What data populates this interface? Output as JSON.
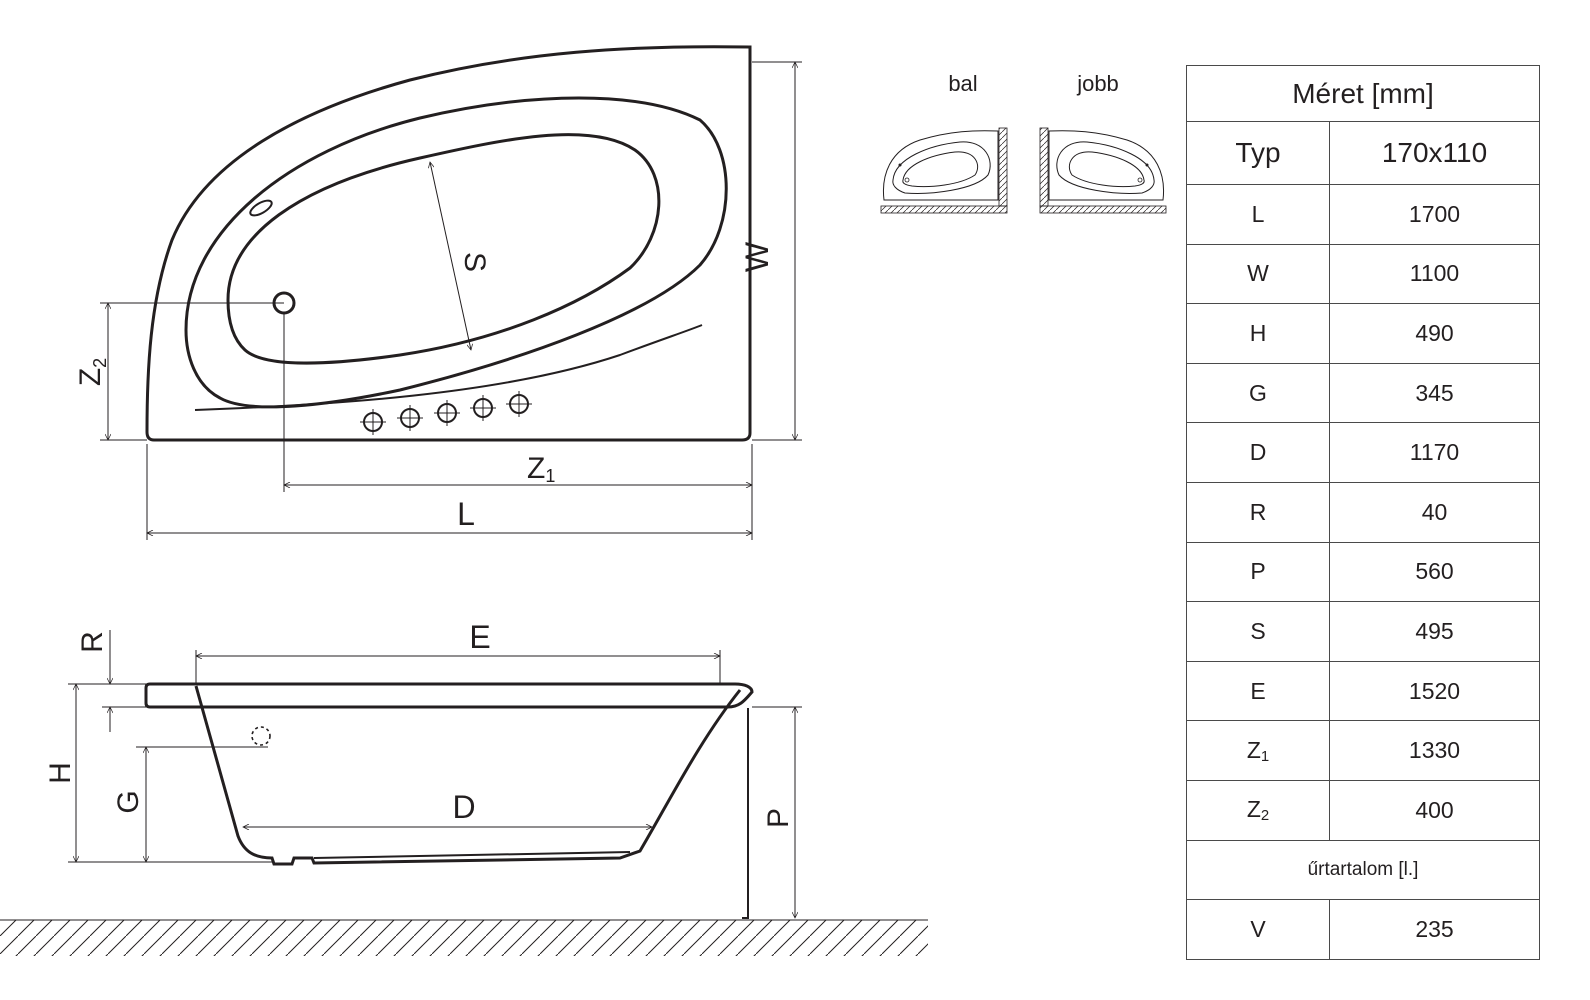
{
  "variants": {
    "left": "bal",
    "right": "jobb"
  },
  "top_view": {
    "W": "W",
    "S": "S",
    "Z2": "Z",
    "Z2_sub": "2",
    "Z1": "Z",
    "Z1_sub": "1",
    "L": "L"
  },
  "side_view": {
    "R": "R",
    "E": "E",
    "H": "H",
    "G": "G",
    "D": "D",
    "P": "P"
  },
  "table": {
    "header": "Méret [mm]",
    "type_label": "Typ",
    "type_value": "170x110",
    "rows": [
      {
        "label": "L",
        "value": "1700"
      },
      {
        "label": "W",
        "value": "1100"
      },
      {
        "label": "H",
        "value": "490"
      },
      {
        "label": "G",
        "value": "345"
      },
      {
        "label": "D",
        "value": "1170"
      },
      {
        "label": "R",
        "value": "40"
      },
      {
        "label": "P",
        "value": "560"
      },
      {
        "label": "S",
        "value": "495"
      },
      {
        "label": "E",
        "value": "1520"
      },
      {
        "label": "Z",
        "sub": "1",
        "value": "1330"
      },
      {
        "label": "Z",
        "sub": "2",
        "value": "400"
      }
    ],
    "volume_label": "űrtartalom [l.]",
    "volume_row": {
      "label": "V",
      "value": "235"
    }
  }
}
